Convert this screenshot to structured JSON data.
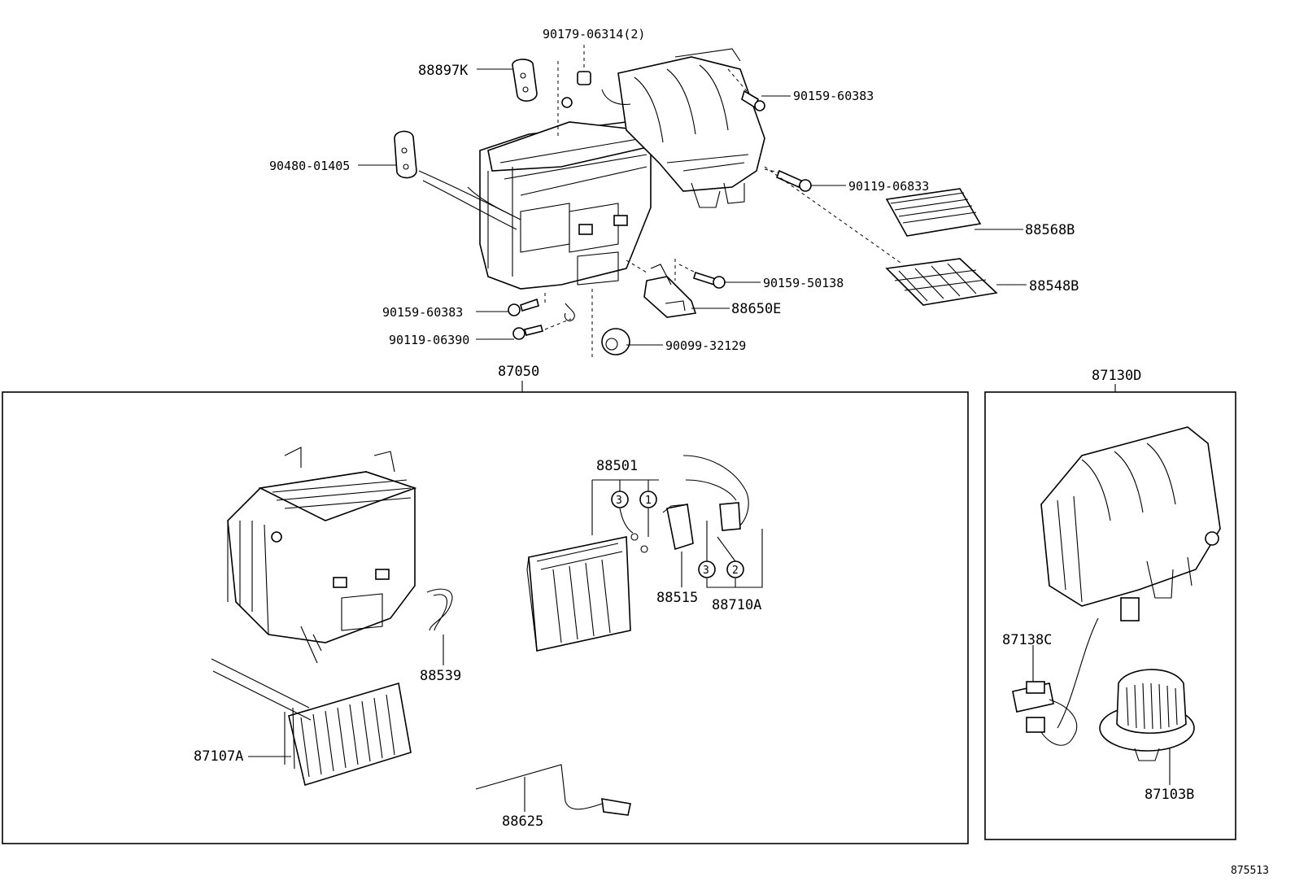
{
  "parts": {
    "p90179": "90179-06314(2)",
    "p88897K": "88897K",
    "p90159_60383_top": "90159-60383",
    "p90480": "90480-01405",
    "p90119_06833": "90119-06833",
    "p88568B": "88568B",
    "p88548B": "88548B",
    "p90159_50138": "90159-50138",
    "p88650E": "88650E",
    "p90159_60383_left": "90159-60383",
    "p90119_06390": "90119-06390",
    "p90099": "90099-32129",
    "p87050": "87050",
    "p87130D": "87130D",
    "p88501": "88501",
    "p88515": "88515",
    "p88710A": "88710A",
    "p88539": "88539",
    "p87107A": "87107A",
    "p88625": "88625",
    "p87138C": "87138C",
    "p87103B": "87103B"
  },
  "callouts": {
    "c1": "1",
    "c2": "2",
    "c3a": "3",
    "c3b": "3"
  },
  "diagram_id": "875513"
}
